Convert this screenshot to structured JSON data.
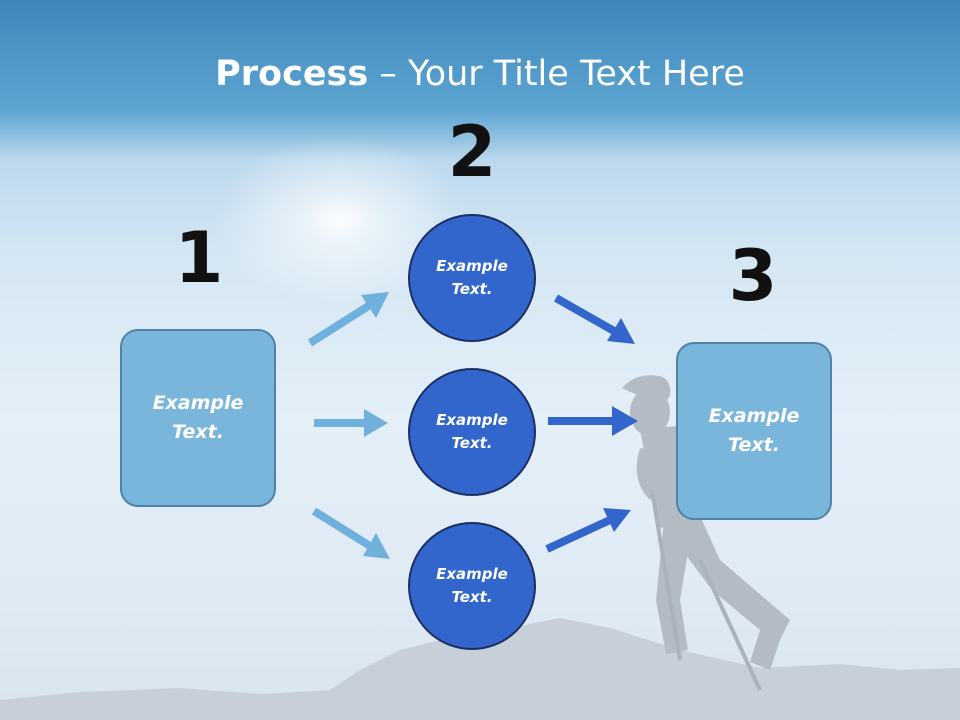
{
  "slide": {
    "title_bold": "Process",
    "title_rest": " – Your Title Text Here",
    "step_numbers": [
      "1",
      "2",
      "3"
    ],
    "left_box": {
      "line1": "Example",
      "line2": "Text."
    },
    "right_box": {
      "line1": "Example",
      "line2": "Text."
    },
    "circles": [
      {
        "line1": "Example",
        "line2": "Text."
      },
      {
        "line1": "Example",
        "line2": "Text."
      },
      {
        "line1": "Example",
        "line2": "Text."
      }
    ]
  },
  "colors": {
    "box_fill": "#7ab5dc",
    "circle_fill": "#3366cc",
    "light_arrow": "#6fb0dd",
    "dark_arrow": "#3366cc"
  }
}
